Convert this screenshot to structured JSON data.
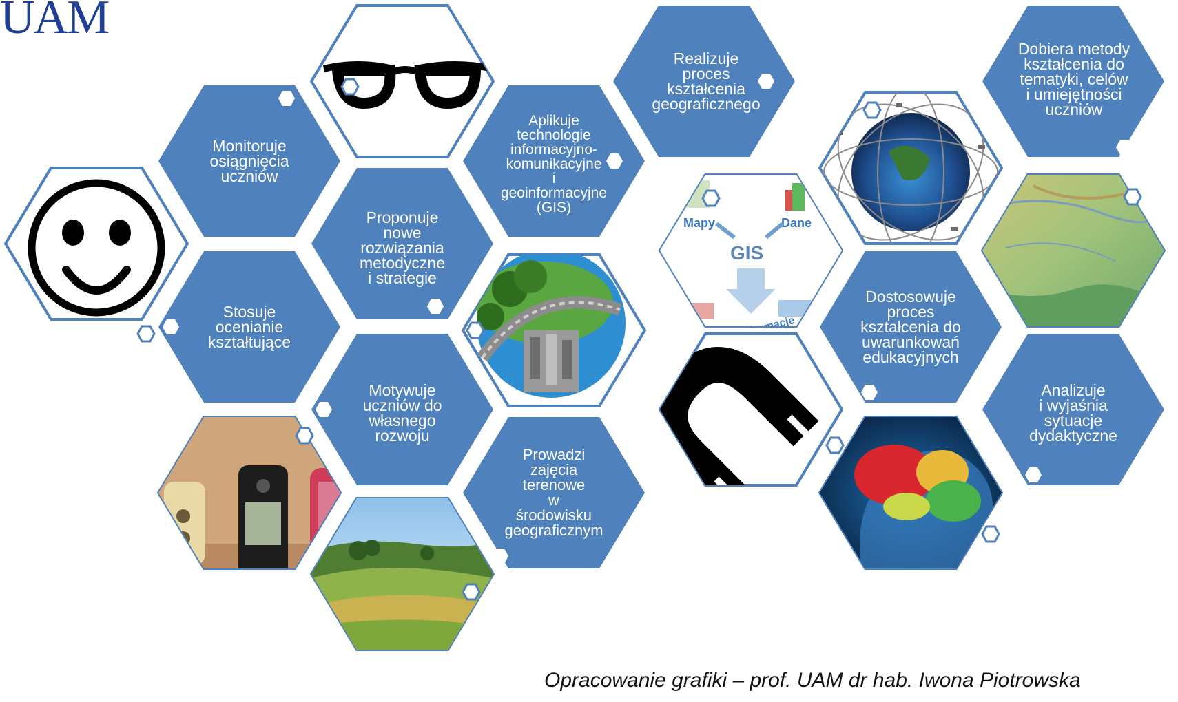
{
  "logo": "UAM",
  "credit": "Opracowanie grafiki – prof. UAM dr hab. Iwona Piotrowska",
  "colors": {
    "hex_fill": "#4f81bd",
    "hex_border": "#4f81bd",
    "logo": "#1f3f95"
  },
  "hexes": [
    {
      "id": "monitoruje",
      "text": "Monitoruje\nosiągnięcia\nuczniów",
      "kind": "text"
    },
    {
      "id": "proponuje",
      "text": "Proponuje\nnowe\nrozwiązania\nmetodyczne\ni strategie",
      "kind": "text"
    },
    {
      "id": "stosuje",
      "text": "Stosuje\nocenianie\nkształtujące",
      "kind": "text"
    },
    {
      "id": "motywuje",
      "text": "Motywuje\nuczniów do\nwłasnego\nrozwoju",
      "kind": "text"
    },
    {
      "id": "aplikuje",
      "text": "Aplikuje\ntechnologie\ninformacyjno-\nkomunikacyjne\ni\ngeoinformacyjne\n(GIS)",
      "kind": "text"
    },
    {
      "id": "prowadzi",
      "text": "Prowadzi\nzajęcia\nterenowe\nw\nśrodowisku\ngeograficznym",
      "kind": "text"
    },
    {
      "id": "realizuje",
      "text": "Realizuje\nproces\nkształcenia\ngeograficznego",
      "kind": "text"
    },
    {
      "id": "dostosowuje",
      "text": "Dostosowuje\nproces\nkształcenia do\nuwarunkowań\nedukacyjnych",
      "kind": "text"
    },
    {
      "id": "dobiera",
      "text": "Dobiera metody\nkształcenia do\ntematyki, celów\ni umiejętności\nuczniów",
      "kind": "text"
    },
    {
      "id": "analizuje",
      "text": "Analizuje\ni wyjaśnia\nsytuacje\ndydaktyczne",
      "kind": "text"
    }
  ],
  "images": [
    {
      "id": "smiley",
      "icon": "smiley-face-icon"
    },
    {
      "id": "glasses",
      "icon": "glasses-icon"
    },
    {
      "id": "gps",
      "icon": "gps-devices-photo"
    },
    {
      "id": "landscape",
      "icon": "field-landscape-photo"
    },
    {
      "id": "earth",
      "icon": "earth-city-photo"
    },
    {
      "id": "gis",
      "icon": "gis-diagram",
      "labels": {
        "mapy": "Mapy",
        "dane": "Dane",
        "gis": "GIS",
        "analizy": "Analizy, informacje"
      }
    },
    {
      "id": "magnet",
      "icon": "magnet-icon"
    },
    {
      "id": "globe",
      "icon": "satellite-globe-photo"
    },
    {
      "id": "brain",
      "icon": "brain-photo"
    },
    {
      "id": "map",
      "icon": "relief-map-photo"
    }
  ]
}
